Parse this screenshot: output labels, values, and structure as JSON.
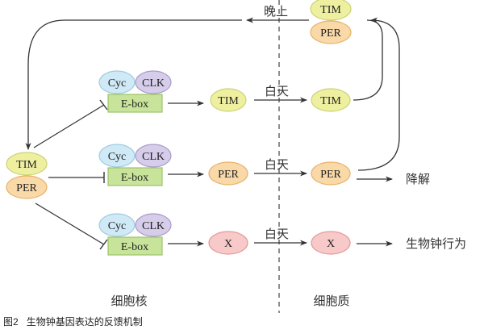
{
  "title": "图2  生物钟基因表达的反馈机制",
  "figure_caption": "图2",
  "figure_title": "生物钟基因表达的反馈机制",
  "regions": {
    "nucleus": "细胞核",
    "cytoplasm": "细胞质"
  },
  "colors": {
    "tim_fill": "#eef0a0",
    "tim_stroke": "#cbd37a",
    "per_fill": "#fad9a8",
    "per_stroke": "#e9b26a",
    "cyc_fill": "#cfe9f6",
    "cyc_stroke": "#9fcbe0",
    "clk_fill": "#d6cdea",
    "clk_stroke": "#a99bc7",
    "ebox_fill": "#c8e39a",
    "ebox_stroke": "#9cc46a",
    "x_fill": "#f8c9c9",
    "x_stroke": "#e39a9a",
    "line": "#333333"
  },
  "complex": {
    "top": "TIM",
    "bottom": "PER"
  },
  "cyto_complex": {
    "top": "TIM",
    "bottom": "PER"
  },
  "night_label": "晚上",
  "rows": [
    {
      "cyc": "Cyc",
      "clk": "CLK",
      "ebox": "E-box",
      "product": "TIM",
      "day_label": "白天",
      "cyto_product": "TIM",
      "outcome": ""
    },
    {
      "cyc": "Cyc",
      "clk": "CLK",
      "ebox": "E-box",
      "product": "PER",
      "day_label": "白天",
      "cyto_product": "PER",
      "outcome": "降解"
    },
    {
      "cyc": "Cyc",
      "clk": "CLK",
      "ebox": "E-box",
      "product": "X",
      "day_label": "白天",
      "cyto_product": "X",
      "outcome": "生物钟行为"
    }
  ]
}
